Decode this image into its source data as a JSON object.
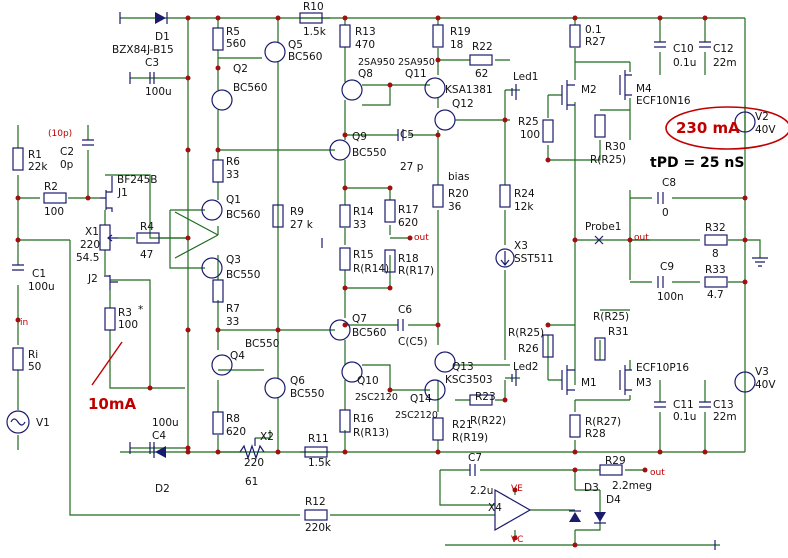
{
  "components": {
    "D1": {
      "ref": "D1",
      "value": "BZX84J-B15"
    },
    "C3": {
      "ref": "C3",
      "value": "100u"
    },
    "R5": {
      "ref": "R5",
      "value": "560"
    },
    "Q5": {
      "ref": "Q5",
      "value": "BC560"
    },
    "Q2": {
      "ref": "Q2",
      "value": "BC560"
    },
    "R10": {
      "ref": "R10",
      "value": "1.5k"
    },
    "R13": {
      "ref": "R13",
      "value": "470"
    },
    "Q8": {
      "ref": "Q8",
      "value": "2SA950"
    },
    "R19": {
      "ref": "R19",
      "value": "18"
    },
    "Q11": {
      "ref": "Q11",
      "value": "2SA950"
    },
    "R22": {
      "ref": "R22",
      "value": "62"
    },
    "R27": {
      "ref": "R27",
      "value": "0.1"
    },
    "C10": {
      "ref": "C10",
      "value": "0.1u"
    },
    "C12": {
      "ref": "C12",
      "value": "22m"
    },
    "Q12": {
      "ref": "Q12",
      "value": "KSA1381"
    },
    "Led1": {
      "ref": "Led1"
    },
    "M2": {
      "ref": "M2"
    },
    "M4": {
      "ref": "M4",
      "value": "ECF10N16"
    },
    "R25": {
      "ref": "R25",
      "value": "100"
    },
    "R30": {
      "ref": "R30",
      "value": "R(R25)"
    },
    "V2": {
      "ref": "V2",
      "value": "40V"
    },
    "R1": {
      "ref": "R1",
      "value": "22k"
    },
    "C2": {
      "ref": "C2",
      "value": "0p",
      "note": "(10p)"
    },
    "J1": {
      "ref": "J1",
      "value": "BF245B"
    },
    "R2": {
      "ref": "R2",
      "value": "100"
    },
    "R6": {
      "ref": "R6",
      "value": "33"
    },
    "Q9": {
      "ref": "Q9",
      "value": "BC550"
    },
    "C5": {
      "ref": "C5",
      "value": "27 p"
    },
    "Q1": {
      "ref": "Q1",
      "value": "BC560"
    },
    "R9": {
      "ref": "R9",
      "value": "27 k"
    },
    "X1": {
      "ref": "X1",
      "value": "220",
      "wiper": "54.5"
    },
    "R4": {
      "ref": "R4",
      "value": "47"
    },
    "Q3": {
      "ref": "Q3",
      "value": "BC550"
    },
    "R14": {
      "ref": "R14",
      "value": "33"
    },
    "R17": {
      "ref": "R17",
      "value": "620"
    },
    "R20": {
      "ref": "R20",
      "value": "36"
    },
    "R24": {
      "ref": "R24",
      "value": "12k"
    },
    "X3": {
      "ref": "X3",
      "value": "SST511"
    },
    "C8": {
      "ref": "C8",
      "value": "0"
    },
    "Probe1": {
      "ref": "Probe1"
    },
    "R32": {
      "ref": "R32",
      "value": "8"
    },
    "C9": {
      "ref": "C9",
      "value": "100n"
    },
    "R33": {
      "ref": "R33",
      "value": "4.7"
    },
    "C1": {
      "ref": "C1",
      "value": "100u"
    },
    "J2": {
      "ref": "J2"
    },
    "R3": {
      "ref": "R3",
      "value": "100",
      "mark": "*"
    },
    "R15": {
      "ref": "R15",
      "value": "R(R14)"
    },
    "R18": {
      "ref": "R18",
      "value": "R(R17)"
    },
    "R7": {
      "ref": "R7",
      "value": "33"
    },
    "Q7": {
      "ref": "Q7",
      "value": "BC560"
    },
    "C6": {
      "ref": "C6",
      "value": "C(C5)"
    },
    "R26": {
      "ref": "R26",
      "value": "R(R25)"
    },
    "R31": {
      "ref": "R31",
      "value": "R(R25)"
    },
    "Q4": {
      "ref": "Q4",
      "value": "BC550"
    },
    "Q13": {
      "ref": "Q13",
      "value": "KSC3503"
    },
    "Led2": {
      "ref": "Led2"
    },
    "M1": {
      "ref": "M1"
    },
    "M3": {
      "ref": "M3",
      "value": "ECF10P16"
    },
    "V3": {
      "ref": "V3",
      "value": "40V"
    },
    "Ri": {
      "ref": "Ri",
      "value": "50"
    },
    "Q6": {
      "ref": "Q6",
      "value": "BC550"
    },
    "Q10": {
      "ref": "Q10",
      "value": "2SC2120"
    },
    "Q14": {
      "ref": "Q14",
      "value": "2SC2120"
    },
    "R23": {
      "ref": "R23",
      "value": "R(R22)"
    },
    "C11": {
      "ref": "C11",
      "value": "0.1u"
    },
    "C13": {
      "ref": "C13",
      "value": "22m"
    },
    "V1": {
      "ref": "V1"
    },
    "C4": {
      "ref": "C4",
      "value": "100u"
    },
    "R8": {
      "ref": "R8",
      "value": "620"
    },
    "X2": {
      "ref": "X2",
      "value": "220",
      "wiper": "61"
    },
    "R11": {
      "ref": "R11",
      "value": "1.5k"
    },
    "R16": {
      "ref": "R16",
      "value": "R(R13)"
    },
    "R21": {
      "ref": "R21",
      "value": "R(R19)"
    },
    "R28": {
      "ref": "R28",
      "value": "R(R27)"
    },
    "D2": {
      "ref": "D2"
    },
    "C7": {
      "ref": "C7",
      "value": "2.2u"
    },
    "R29": {
      "ref": "R29",
      "value": "2.2meg"
    },
    "D3": {
      "ref": "D3"
    },
    "D4": {
      "ref": "D4"
    },
    "X4": {
      "ref": "X4",
      "ve": "VE",
      "vc": "VC"
    },
    "R12": {
      "ref": "R12",
      "value": "220k"
    }
  },
  "nets": {
    "in": "in",
    "out": "out",
    "bias": "bias"
  },
  "annotations": {
    "quiescent_current": "230 mA",
    "tpd": "tPD = 25 nS",
    "jfet_current": "10mA"
  },
  "colors": {
    "wire": "#1f6b1f",
    "component": "#1b1b6e",
    "node": "#a01010",
    "annotation": "#c00000"
  }
}
